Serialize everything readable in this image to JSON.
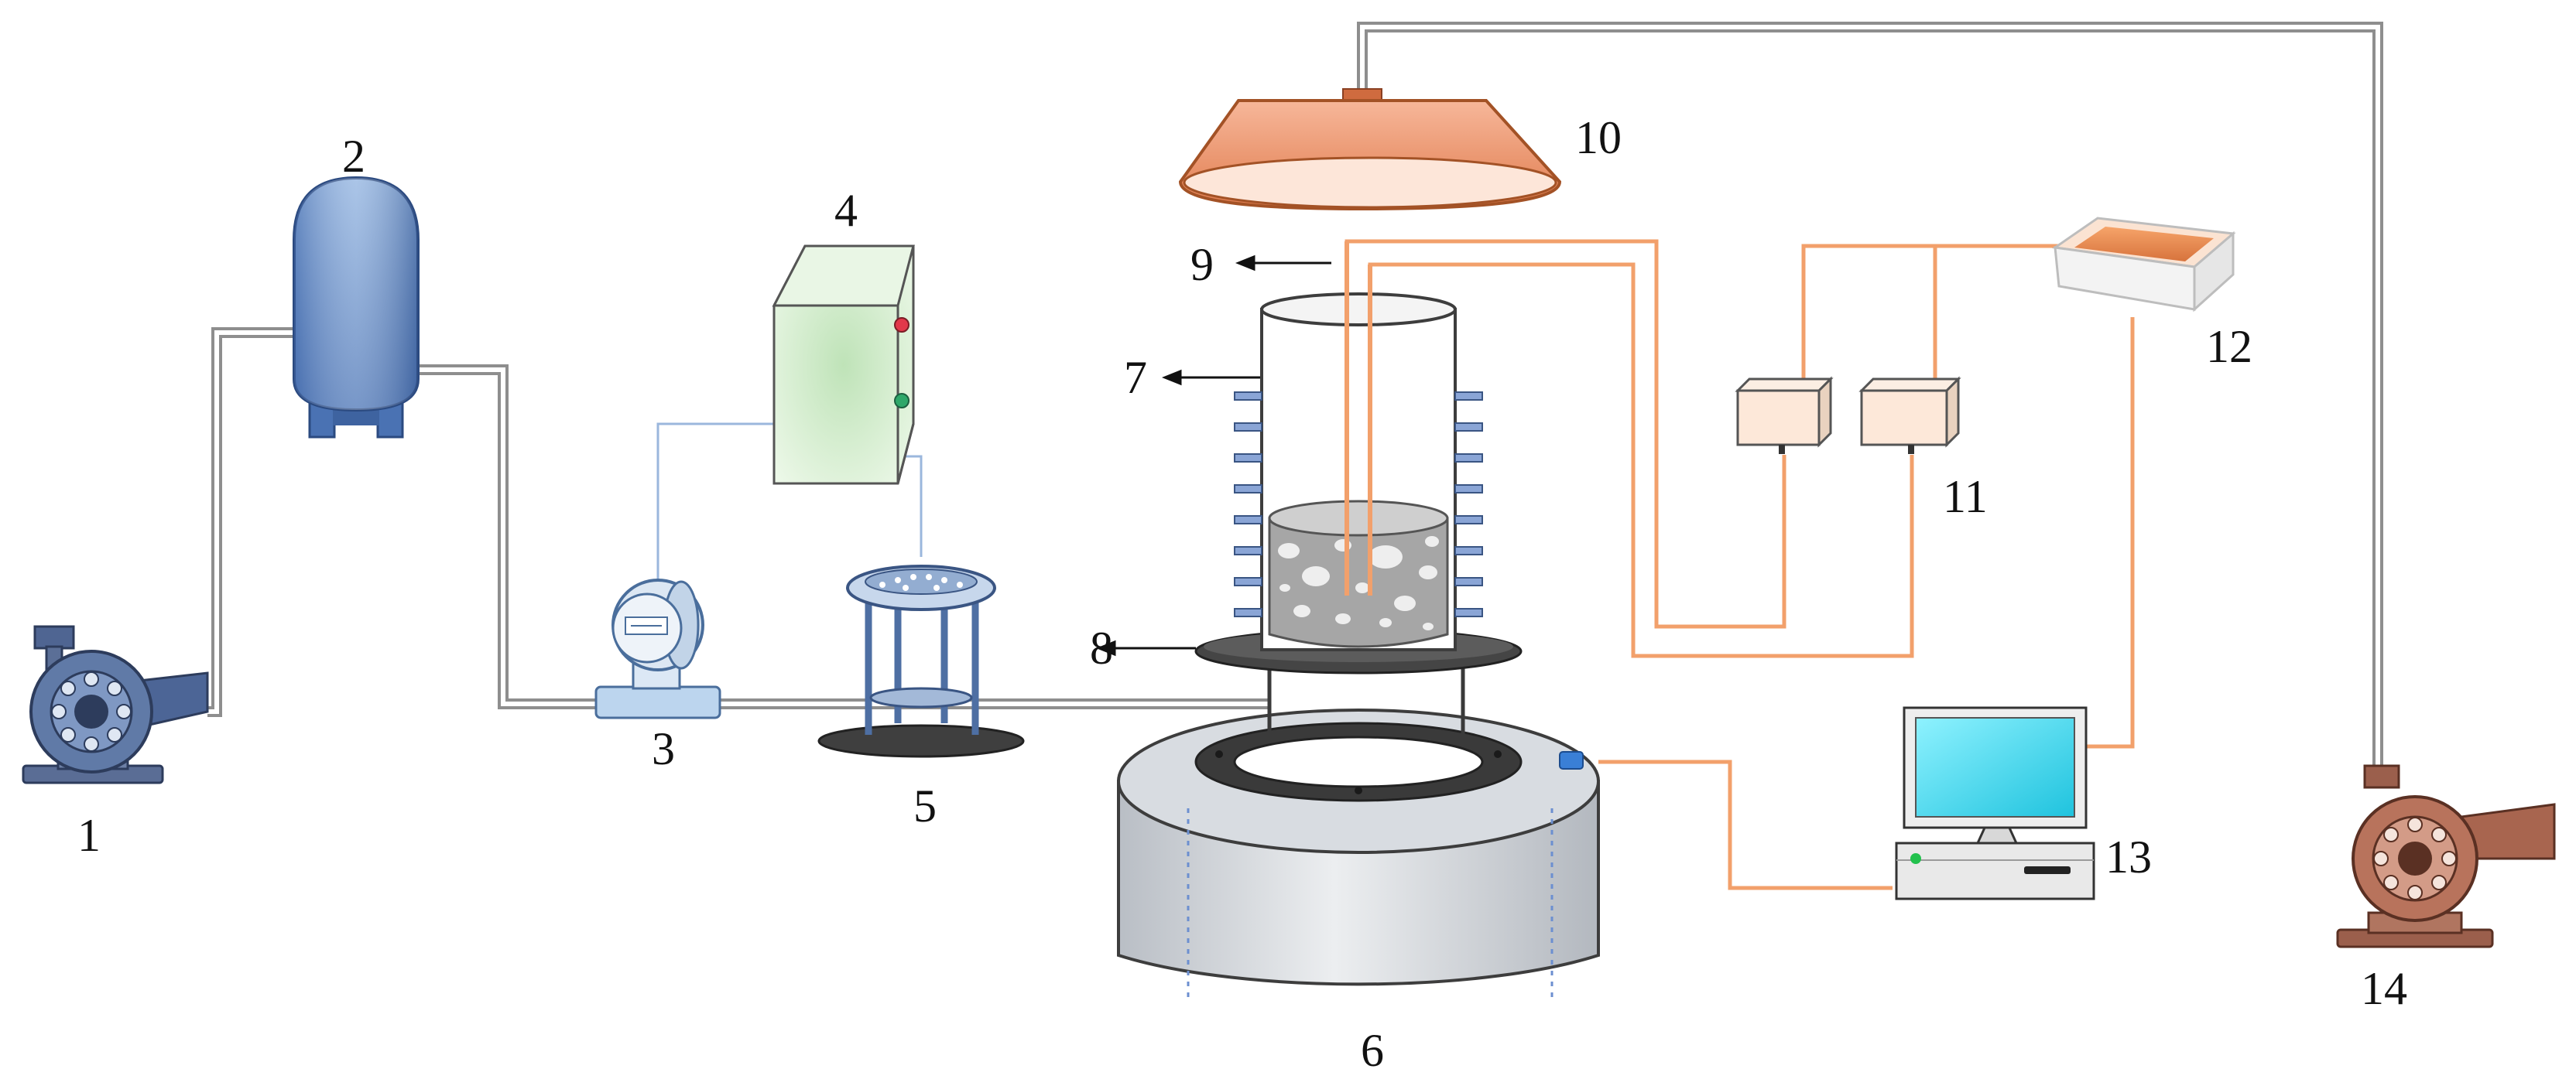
{
  "diagram": {
    "labels": {
      "l1": "1",
      "l2": "2",
      "l3": "3",
      "l4": "4",
      "l5": "5",
      "l6": "6",
      "l7": "7",
      "l8": "8",
      "l9": "9",
      "l10": "10",
      "l11": "11",
      "l12": "12",
      "l13": "13",
      "l14": "14"
    },
    "colors": {
      "pipe": "#9a9a9a",
      "signal_wire": "#f2a06b",
      "blue_wire": "#9bb7dd",
      "pump_left": "#5b6f97",
      "pump_right": "#9b5f4c",
      "hood": "#f0a07a",
      "water_tank": "#6f95cf",
      "control_box": "#d8efd4",
      "drum": "#d9dde2",
      "sample": "#a9a9a9",
      "monitor_screen": "#3fd6e9"
    }
  }
}
